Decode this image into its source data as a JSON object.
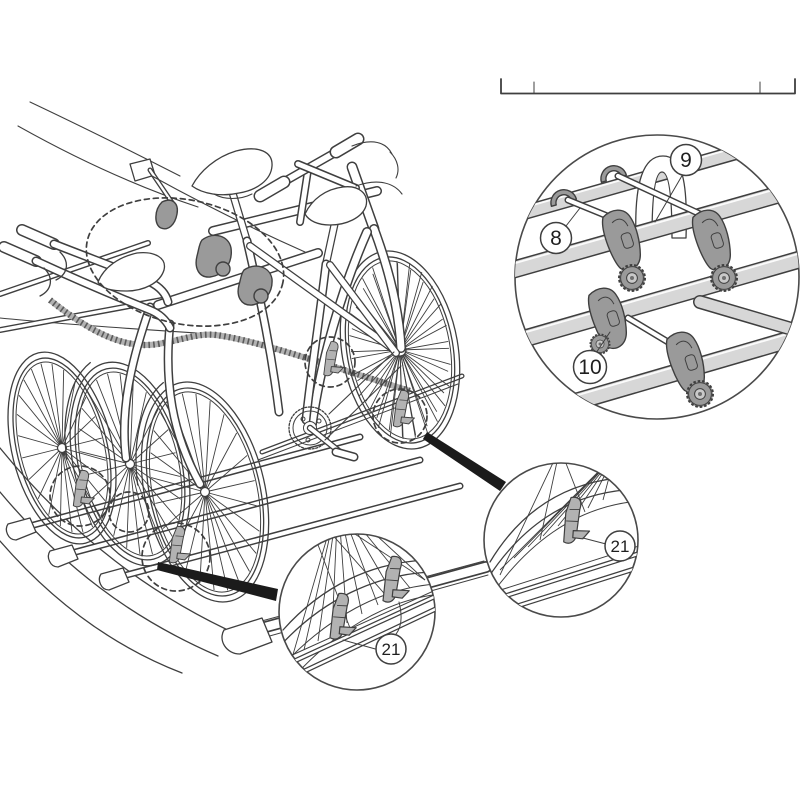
{
  "colors": {
    "line": "#3f3f3f",
    "tube": "#d7d7d7",
    "clamp": "#9a9a9a",
    "strap": "#b2b2b2",
    "leader": "#1b1b1b",
    "background": "#ffffff"
  },
  "callouts": {
    "clamp_detail": {
      "hook_label": "8",
      "rod_label": "9",
      "clamp_label": "10"
    },
    "strap_detail_center": {
      "label": "21"
    },
    "strap_detail_right": {
      "label": "21"
    }
  }
}
